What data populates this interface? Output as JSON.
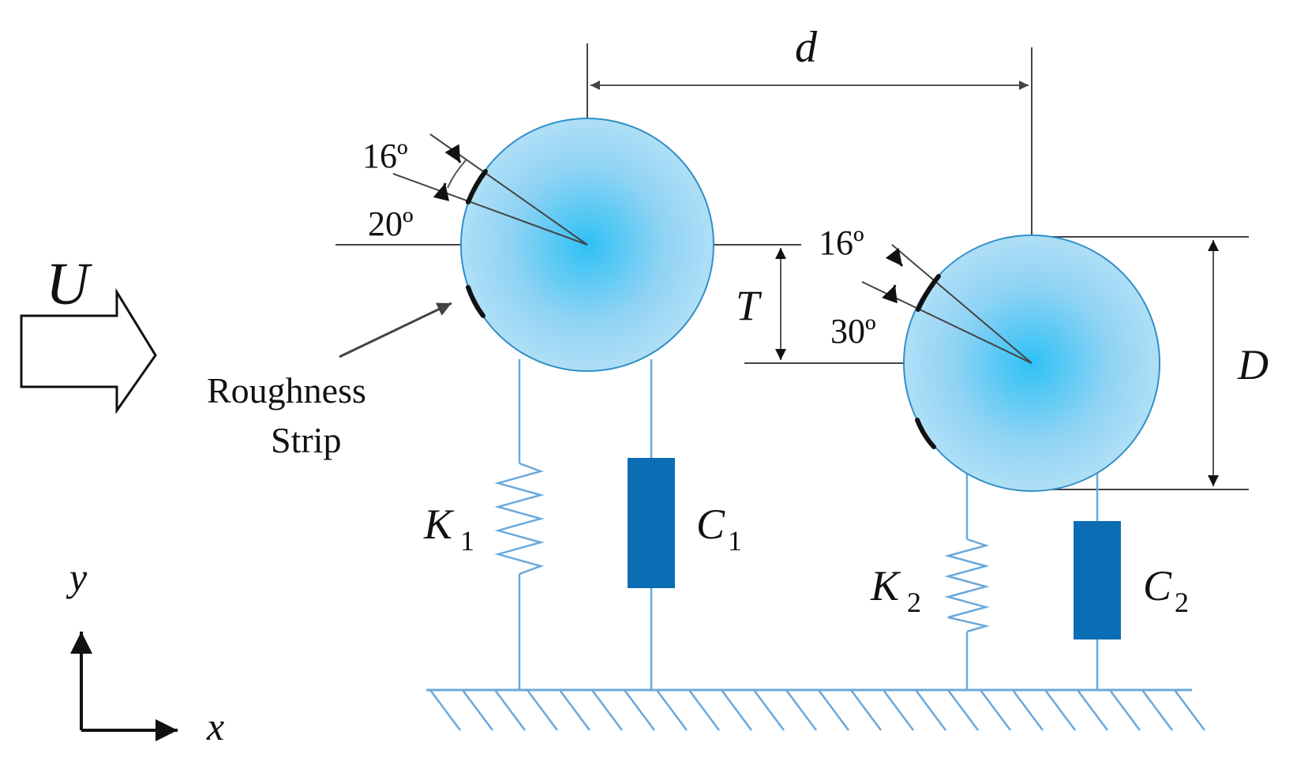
{
  "flow_label": "U",
  "spacing_label": "d",
  "offset_label": "T",
  "diameter_label": "D",
  "roughness_label_line1": "Roughness",
  "roughness_label_line2": "Strip",
  "upstream_cylinder": {
    "angle_top": "16º",
    "angle_bottom": "20º",
    "spring": {
      "main": "K",
      "sub": "1"
    },
    "damper": {
      "main": "C",
      "sub": "1"
    }
  },
  "downstream_cylinder": {
    "angle_top": "16º",
    "angle_bottom": "30º",
    "spring": {
      "main": "K",
      "sub": "2"
    },
    "damper": {
      "main": "C",
      "sub": "2"
    }
  },
  "axes": {
    "x": "x",
    "y": "y"
  },
  "colors": {
    "cylinder_fill": "#8fd3f4",
    "cylinder_center": "#35c3f4",
    "cylinder_edge": "#2f8fc8",
    "spring": "#6aa9dc",
    "damper": "#0b6db3"
  }
}
